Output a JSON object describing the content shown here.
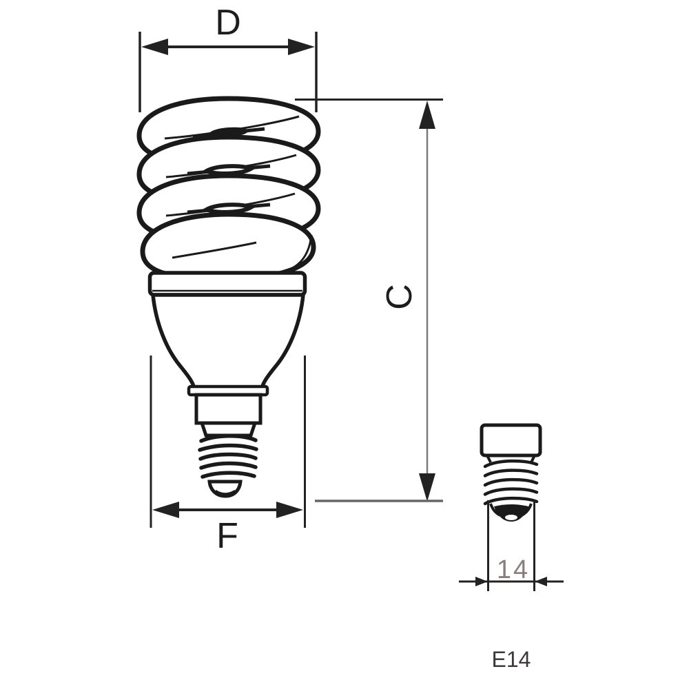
{
  "labels": {
    "diameter": "D",
    "height": "C",
    "base_width": "F",
    "cap_diameter_mm": "14",
    "cap_type": "E14"
  },
  "colors": {
    "outline": "#1a1a1a",
    "dim-line": "#222222",
    "c-line": "#7a7a7a",
    "gray-ext": "#666666",
    "label-text": "#1d1d1d",
    "mm-text": "#8a7d7e",
    "cap-text": "#3d3739",
    "background": "#ffffff"
  }
}
